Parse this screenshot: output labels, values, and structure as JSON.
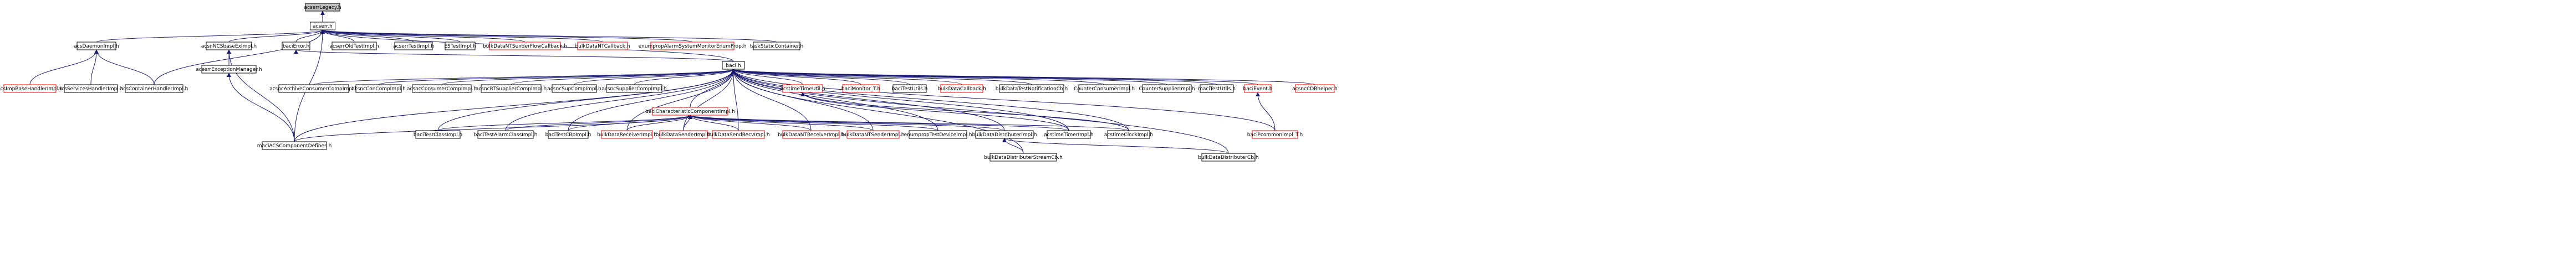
{
  "colors": {
    "edge": "#191970",
    "border": "#000000",
    "red_border": "#ff0000",
    "root_fill": "#bfbfbf"
  },
  "nodes": [
    {
      "id": "acserrLegacy",
      "label": "acserrLegacy.h",
      "red": false,
      "root": true
    },
    {
      "id": "acserr",
      "label": "acserr.h",
      "red": false
    },
    {
      "id": "acsDaemonImpl",
      "label": "acsDaemonImpl.h",
      "red": false
    },
    {
      "id": "acsNCSimpleImpl",
      "label": "acsnNCSbaseExImpl.h",
      "red": false
    },
    {
      "id": "baciError",
      "label": "baciError.h",
      "red": false
    },
    {
      "id": "acserrOldTestImpl",
      "label": "acserrOldTestImpl.h",
      "red": false
    },
    {
      "id": "acserrTestImpl",
      "label": "acserrTestImpl.h",
      "red": false
    },
    {
      "id": "ESTestImpl",
      "label": "ESTestImpl.h",
      "red": false
    },
    {
      "id": "bulkDataNTSenderFlowCallback",
      "label": "bulkDataNTSenderFlowCallback.h",
      "red": true
    },
    {
      "id": "bulkDataNTCallback",
      "label": "bulkDataNTCallback.h",
      "red": true
    },
    {
      "id": "enumpropAlarmSystemMonitorEnumProp",
      "label": "enumpropAlarmSystemMonitorEnumProp.h",
      "red": true
    },
    {
      "id": "taskStaticContainer",
      "label": "taskStaticContainer.h",
      "red": false
    },
    {
      "id": "acsImpBaseHandlerImpl",
      "label": "acsImpBaseHandlerImpl.h",
      "red": true
    },
    {
      "id": "acsServicesHandlerImpl",
      "label": "acsServicesHandlerImpl.h",
      "red": false
    },
    {
      "id": "acsContainerHandlerImpl",
      "label": "acsContainerHandlerImpl.h",
      "red": false
    },
    {
      "id": "acserrExceptionManager",
      "label": "acserrExceptionManager.h",
      "red": false
    },
    {
      "id": "baci",
      "label": "baci.h",
      "red": false
    },
    {
      "id": "acsncArchiveConsumerCompImpl",
      "label": "acsncArchiveConsumerCompImpl.h",
      "red": false
    },
    {
      "id": "acsncConCompImpl",
      "label": "acsncConCompImpl.h",
      "red": false
    },
    {
      "id": "acsncConsumerCompImpl",
      "label": "acsncConsumerCompImpl.h",
      "red": false
    },
    {
      "id": "acsncRTSupplierCompImpl",
      "label": "acsncRTSupplierCompImpl.h",
      "red": false
    },
    {
      "id": "acsncSupCompImpl",
      "label": "acsncSupCompImpl.h",
      "red": false
    },
    {
      "id": "acsncSupplierCompImpl",
      "label": "acsncSupplierCompImpl.h",
      "red": false
    },
    {
      "id": "baciCharacteristicComponentImpl",
      "label": "baciCharacteristicComponentImpl.h",
      "red": true
    },
    {
      "id": "acstimeTimeUtil",
      "label": "acstimeTimeUtil.h",
      "red": true
    },
    {
      "id": "baciMonitor_T",
      "label": "baciMonitor_T.h",
      "red": true
    },
    {
      "id": "baciTestUtils",
      "label": "baciTestUtils.h",
      "red": false
    },
    {
      "id": "bulkDataCallback",
      "label": "bulkDataCallback.h",
      "red": true
    },
    {
      "id": "bulkDataTestNotificationCb",
      "label": "bulkDataTestNotificationCb.h",
      "red": false
    },
    {
      "id": "CounterConsumerImpl",
      "label": "CounterConsumerImpl.h",
      "red": false
    },
    {
      "id": "CounterSupplierImpl",
      "label": "CounterSupplierImpl.h",
      "red": false
    },
    {
      "id": "maciTestUtils",
      "label": "maciTestUtils.h",
      "red": false
    },
    {
      "id": "baciEvent",
      "label": "baciEvent.h",
      "red": true
    },
    {
      "id": "acsncCDBhelper",
      "label": "acsncCDBhelper.h",
      "red": true
    },
    {
      "id": "maciACSComponentDefines",
      "label": "maciACSComponentDefines.h",
      "red": false
    },
    {
      "id": "baciTestClassImpl",
      "label": "baciTestClassImpl.h",
      "red": false
    },
    {
      "id": "baciTestAlarmClassImpl",
      "label": "baciTestAlarmClassImpl.h",
      "red": false
    },
    {
      "id": "baciTestCBpImpl",
      "label": "baciTestCBpImpl.h",
      "red": false
    },
    {
      "id": "bulkDataReceiverImpl",
      "label": "bulkDataReceiverImpl.h",
      "red": true
    },
    {
      "id": "bulkDataSenderImpl",
      "label": "bulkDataSenderImpl.h",
      "red": true
    },
    {
      "id": "bulkDataSendRecvImpl",
      "label": "bulkDataSendRecvImpl.h",
      "red": true
    },
    {
      "id": "bulkDataNTReceiverImpl",
      "label": "bulkDataNTReceiverImpl.h",
      "red": true
    },
    {
      "id": "bulkDataNTSenderImpl",
      "label": "bulkDataNTSenderImpl.h",
      "red": true
    },
    {
      "id": "enumpropTestDeviceImpl",
      "label": "enumpropTestDeviceImpl.h",
      "red": false
    },
    {
      "id": "bulkDataDistributerImpl",
      "label": "bulkDataDistributerImpl.h",
      "red": false
    },
    {
      "id": "acstimeTimerImpl",
      "label": "acstimeTimerImpl.h",
      "red": false
    },
    {
      "id": "acstimeClockImpl",
      "label": "acstimeClockImpl.h",
      "red": false
    },
    {
      "id": "baciPcommonImpl_T",
      "label": "baciPcommonImpl_T.h",
      "red": true
    },
    {
      "id": "bulkDataDistributerStreamCb",
      "label": "bulkDataDistributerStreamCb.h",
      "red": false
    },
    {
      "id": "bulkDataDistributerCb",
      "label": "bulkDataDistributerCb.h",
      "red": false
    }
  ],
  "edges": [
    [
      "acserr",
      "acserrLegacy"
    ],
    [
      "acsDaemonImpl",
      "acserr"
    ],
    [
      "acsNCSimpleImpl",
      "acserr"
    ],
    [
      "baciError",
      "acserr"
    ],
    [
      "acserrOldTestImpl",
      "acserr"
    ],
    [
      "acserrTestImpl",
      "acserr"
    ],
    [
      "ESTestImpl",
      "acserr"
    ],
    [
      "bulkDataNTSenderFlowCallback",
      "acserr"
    ],
    [
      "bulkDataNTCallback",
      "acserr"
    ],
    [
      "enumpropAlarmSystemMonitorEnumProp",
      "acserr"
    ],
    [
      "taskStaticContainer",
      "acserr"
    ],
    [
      "acsContainerHandlerImpl",
      "acserr"
    ],
    [
      "maciACSComponentDefines",
      "acserr"
    ],
    [
      "baci",
      "acserr"
    ],
    [
      "acsImpBaseHandlerImpl",
      "acsDaemonImpl"
    ],
    [
      "acsServicesHandlerImpl",
      "acsDaemonImpl"
    ],
    [
      "acsContainerHandlerImpl",
      "acsDaemonImpl"
    ],
    [
      "acserrExceptionManager",
      "acsNCSimpleImpl"
    ],
    [
      "maciACSComponentDefines",
      "acsNCSimpleImpl"
    ],
    [
      "baci",
      "baciError"
    ],
    [
      "maciACSComponentDefines",
      "acserrExceptionManager"
    ],
    [
      "acsncArchiveConsumerCompImpl",
      "baci"
    ],
    [
      "acsncConCompImpl",
      "baci"
    ],
    [
      "acsncConsumerCompImpl",
      "baci"
    ],
    [
      "acsncRTSupplierCompImpl",
      "baci"
    ],
    [
      "acsncSupCompImpl",
      "baci"
    ],
    [
      "acsncSupplierCompImpl",
      "baci"
    ],
    [
      "baciCharacteristicComponentImpl",
      "baci"
    ],
    [
      "acstimeTimeUtil",
      "baci"
    ],
    [
      "baciMonitor_T",
      "baci"
    ],
    [
      "baciTestUtils",
      "baci"
    ],
    [
      "bulkDataCallback",
      "baci"
    ],
    [
      "bulkDataTestNotificationCb",
      "baci"
    ],
    [
      "CounterConsumerImpl",
      "baci"
    ],
    [
      "CounterSupplierImpl",
      "baci"
    ],
    [
      "maciTestUtils",
      "baci"
    ],
    [
      "baciEvent",
      "baci"
    ],
    [
      "acsncCDBhelper",
      "baci"
    ],
    [
      "maciACSComponentDefines",
      "baci"
    ],
    [
      "baciTestClassImpl",
      "baci"
    ],
    [
      "baciTestAlarmClassImpl",
      "baci"
    ],
    [
      "baciTestCBpImpl",
      "baci"
    ],
    [
      "bulkDataReceiverImpl",
      "baci"
    ],
    [
      "bulkDataSenderImpl",
      "baci"
    ],
    [
      "bulkDataSendRecvImpl",
      "baci"
    ],
    [
      "bulkDataNTReceiverImpl",
      "baci"
    ],
    [
      "bulkDataNTSenderImpl",
      "baci"
    ],
    [
      "enumpropTestDeviceImpl",
      "baci"
    ],
    [
      "bulkDataDistributerImpl",
      "baci"
    ],
    [
      "acstimeTimerImpl",
      "baci"
    ],
    [
      "acstimeClockImpl",
      "baci"
    ],
    [
      "baciPcommonImpl_T",
      "baci"
    ],
    [
      "bulkDataDistributerStreamCb",
      "baci"
    ],
    [
      "bulkDataDistributerCb",
      "baci"
    ],
    [
      "maciACSComponentDefines",
      "baciCharacteristicComponentImpl"
    ],
    [
      "baciTestClassImpl",
      "baciCharacteristicComponentImpl"
    ],
    [
      "baciTestAlarmClassImpl",
      "baciCharacteristicComponentImpl"
    ],
    [
      "baciTestCBpImpl",
      "baciCharacteristicComponentImpl"
    ],
    [
      "bulkDataReceiverImpl",
      "baciCharacteristicComponentImpl"
    ],
    [
      "bulkDataSenderImpl",
      "baciCharacteristicComponentImpl"
    ],
    [
      "bulkDataSendRecvImpl",
      "baciCharacteristicComponentImpl"
    ],
    [
      "bulkDataNTReceiverImpl",
      "baciCharacteristicComponentImpl"
    ],
    [
      "bulkDataNTSenderImpl",
      "baciCharacteristicComponentImpl"
    ],
    [
      "enumpropTestDeviceImpl",
      "baciCharacteristicComponentImpl"
    ],
    [
      "bulkDataDistributerImpl",
      "baciCharacteristicComponentImpl"
    ],
    [
      "acstimeTimerImpl",
      "baciCharacteristicComponentImpl"
    ],
    [
      "acstimeClockImpl",
      "baciCharacteristicComponentImpl"
    ],
    [
      "acstimeTimerImpl",
      "acstimeTimeUtil"
    ],
    [
      "acstimeClockImpl",
      "acstimeTimeUtil"
    ],
    [
      "baciPcommonImpl_T",
      "baciEvent"
    ],
    [
      "bulkDataDistributerStreamCb",
      "bulkDataDistributerImpl"
    ],
    [
      "bulkDataDistributerCb",
      "bulkDataDistributerImpl"
    ]
  ]
}
